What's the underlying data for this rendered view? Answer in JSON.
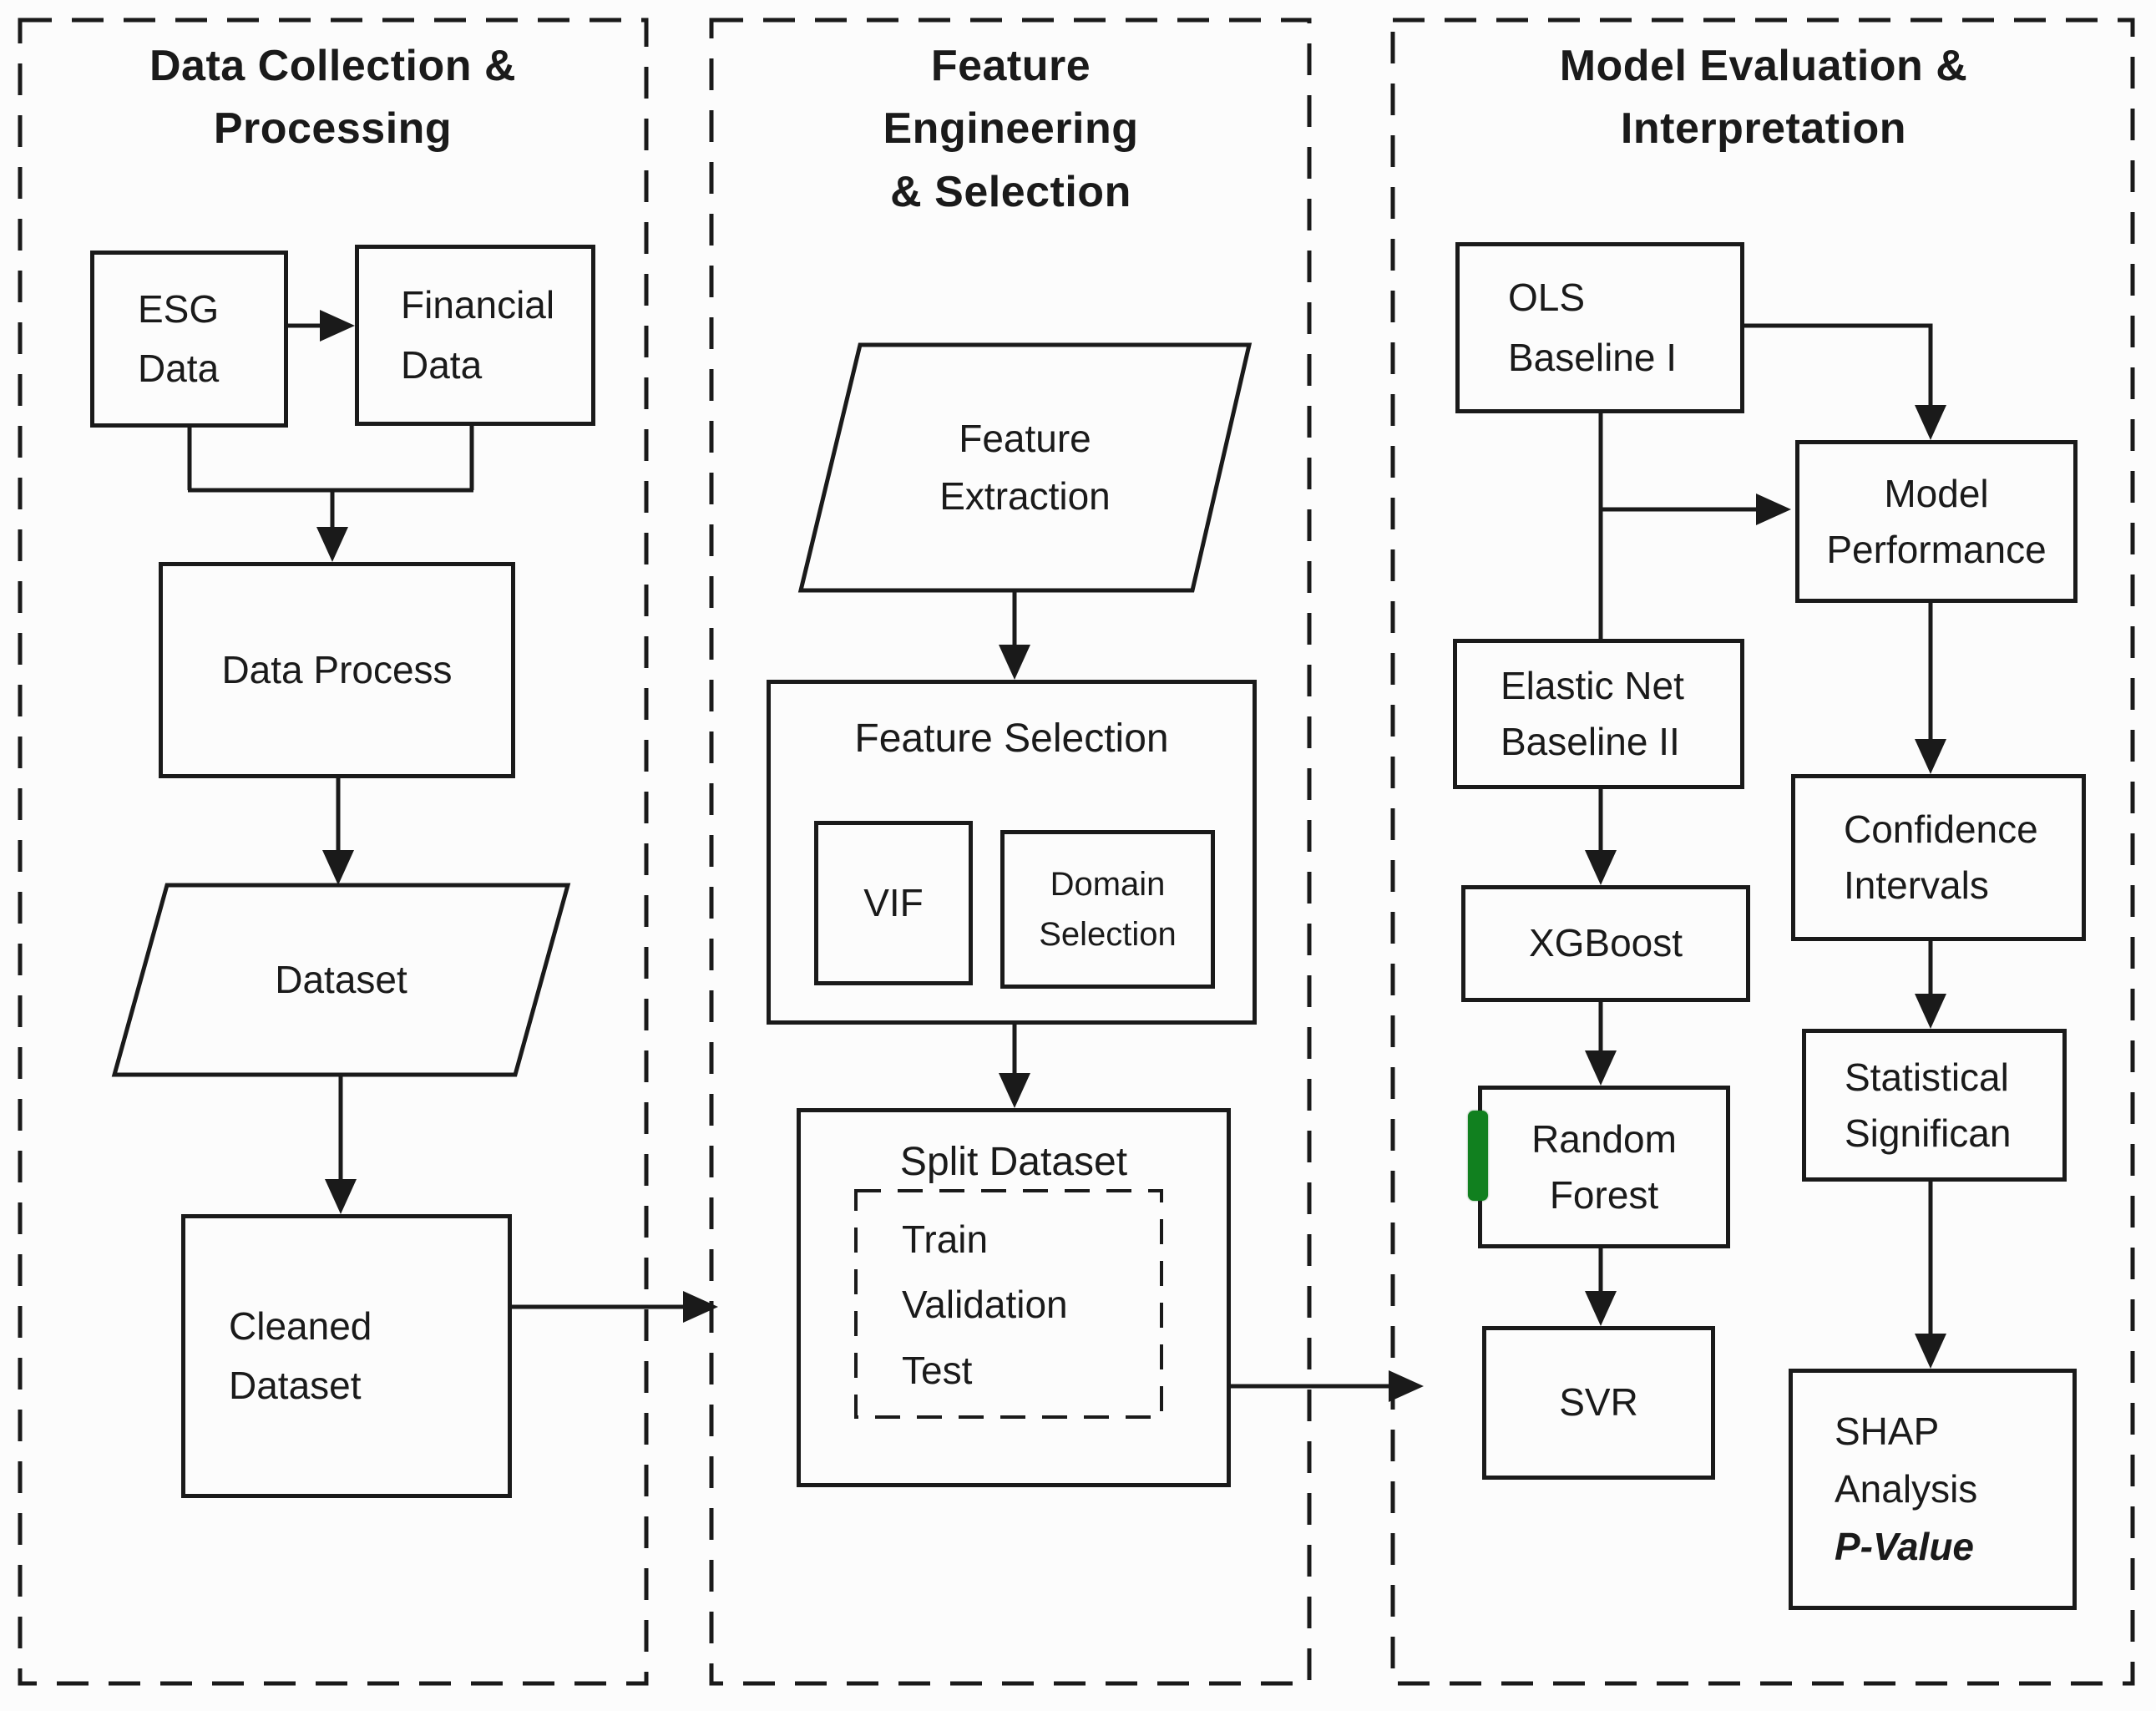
{
  "diagram": {
    "colors": {
      "stroke": "#1a1a1a",
      "highlight_green": "#11801f",
      "background": "#fcfcfc"
    },
    "left": {
      "title": "Data Collection &\nProcessing",
      "esg": "ESG\nData",
      "financial": "Financial\nData",
      "data_process": "Data Process",
      "dataset": "Dataset",
      "cleaned": "Cleaned\nDataset"
    },
    "middle": {
      "title": "Feature\nEngineering\n& Selection",
      "feature_extraction": "Feature\nExtraction",
      "feature_selection": "Feature Selection",
      "vif": "VIF",
      "domain_selection": "Domain\nSelection",
      "split_dataset": "Split Dataset",
      "split_contents": "Train\nValidation\nTest"
    },
    "right": {
      "title": "Model Evaluation &\nInterpretation",
      "ols": "OLS\nBaseline I",
      "elastic_net": "Elastic Net\nBaseline II",
      "xgboost": "XGBoost",
      "random_forest": "Random\nForest",
      "svr": "SVR",
      "model_performance": "Model\nPerformance",
      "confidence_intervals": "Confidence\nIntervals",
      "statistical_significance": "Statistical\nSignifican",
      "shap": "SHAP\nAnalysis",
      "p_value": "P-Value"
    }
  }
}
